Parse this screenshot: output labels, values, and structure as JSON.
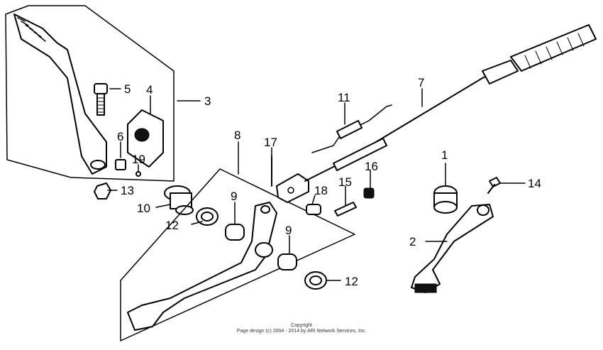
{
  "callouts": {
    "c1": "1",
    "c2": "2",
    "c3": "3",
    "c4": "4",
    "c5": "5",
    "c6": "6",
    "c7": "7",
    "c8": "8",
    "c9a": "9",
    "c9b": "9",
    "c10": "10",
    "c11": "11",
    "c12a": "12",
    "c12b": "12",
    "c13": "13",
    "c14": "14",
    "c15": "15",
    "c16": "16",
    "c17": "17",
    "c18": "18",
    "c19": "19"
  },
  "footer": {
    "line1": "Copyright",
    "line2": "Page design (c) 2004 - 2014 by ARI Network Services, Inc."
  }
}
